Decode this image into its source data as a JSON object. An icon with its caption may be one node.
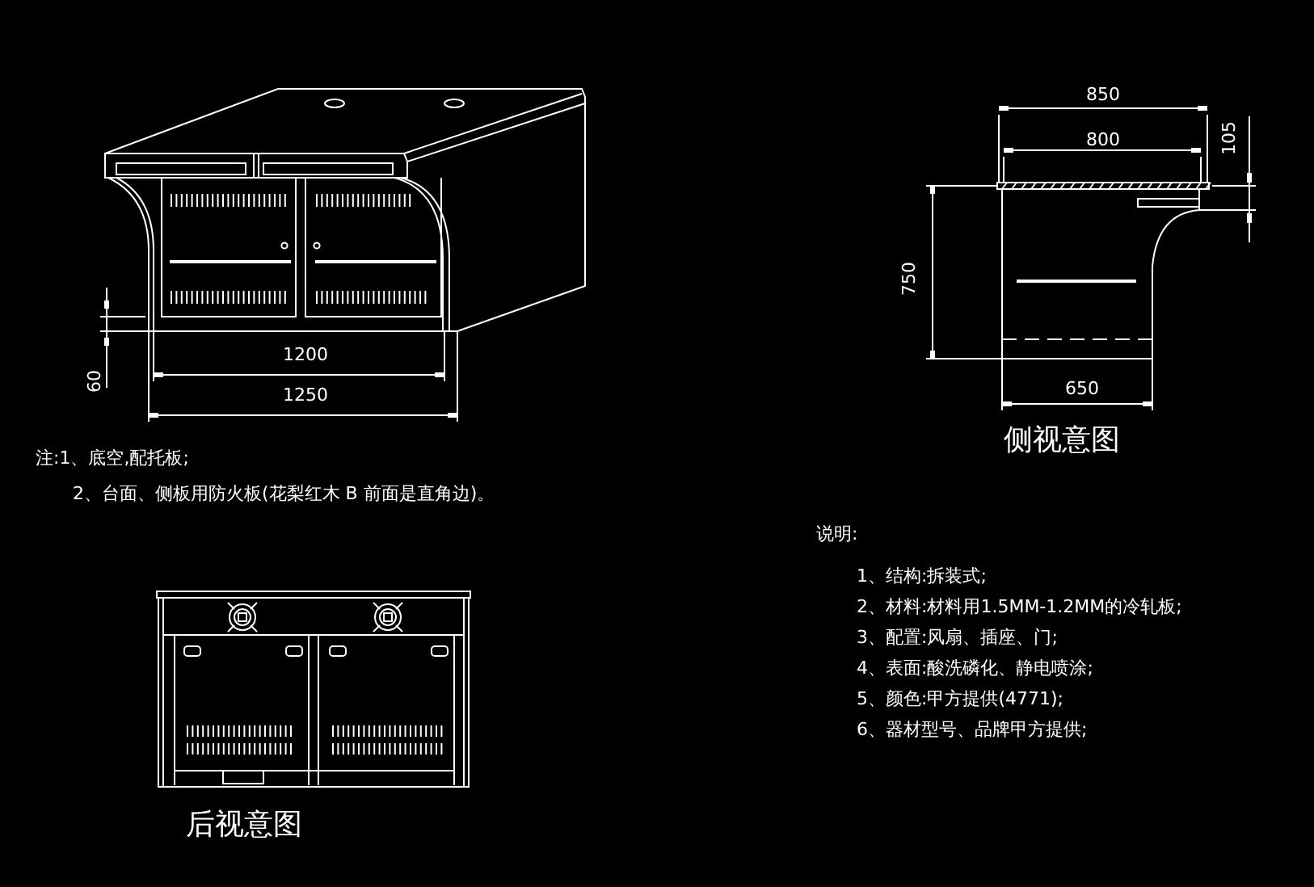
{
  "diagram": {
    "labels": [
      "1200",
      "1250",
      "60",
      "850",
      "800",
      "105",
      "750",
      "650",
      "侧视意图",
      "注:1、底空,配托板;",
      "2、台面、侧板用防火板(花梨红木 B 前面是直角边)。",
      "说明:",
      "1、结构:拆装式;",
      "2、材料:材料用1.5MM-1.2MM的冷轧板;",
      "3、配置:风扇、插座、门;",
      "4、表面:酸洗磷化、静电喷涂;",
      "5、颜色:甲方提供(4771);",
      "6、器材型号、品牌甲方提供;",
      "后视意图"
    ]
  }
}
